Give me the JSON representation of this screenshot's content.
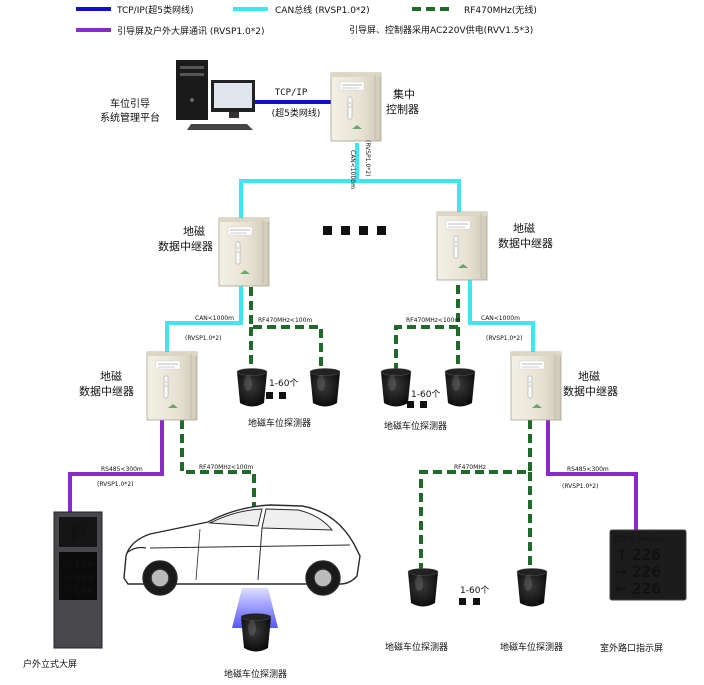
{
  "legend": {
    "tcp": "TCP/IP(超5类网线)",
    "can": "CAN总线 (RVSP1.0*2)",
    "rf": "RF470MHz(无线)",
    "display_comm": "引导屏及户外大屏通讯 (RVSP1.0*2)",
    "power": "引导屏、控制器采用AC220V供电(RVV1.5*3)"
  },
  "colors": {
    "tcp": "#1010c8",
    "can": "#3fe6f2",
    "rf": "#1f6b2a",
    "display": "#8a2bc9"
  },
  "platform": {
    "line1": "车位引导",
    "line2": "系统管理平台"
  },
  "tcp_link": {
    "line1": "TCP/IP",
    "line2": "(超5类网线)"
  },
  "controller": {
    "line1": "集中",
    "line2": "控制器"
  },
  "controller_can": {
    "line1": "CAN<1000m",
    "line2": "(RVSP1.0*2)"
  },
  "relay_label": {
    "line1": "地磁",
    "line2": "数据中继器"
  },
  "links": {
    "can_1000": "CAN<1000m",
    "rvsp": "(RVSP1.0*2)",
    "rf_100": "RF470MHz<100m",
    "rf_470": "RF470MHz",
    "rs485": "RS485<300m"
  },
  "count_1_60": "1-60个",
  "detector": "地磁车位探测器",
  "outdoor_screen": {
    "title": "户外立式大屏",
    "p": "P",
    "rows": [
      {
        "level": "B1",
        "value": "136"
      },
      {
        "level": "B2",
        "value": "099"
      },
      {
        "level": "B3",
        "value": "180"
      }
    ]
  },
  "road_sign": {
    "title": "室外路口指示屏",
    "header": "空车位 parking",
    "rows": [
      {
        "arrow": "↑",
        "value": "226"
      },
      {
        "arrow": "→",
        "value": "226"
      },
      {
        "arrow": "←",
        "value": "226"
      }
    ]
  }
}
